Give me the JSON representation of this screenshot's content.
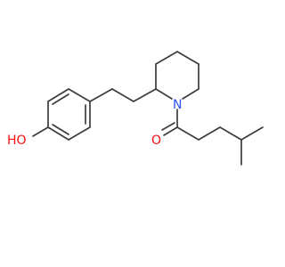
{
  "atoms": {
    "hydroxyl": {
      "label": "HO",
      "color": "#ff0d0d"
    },
    "nitrogen": {
      "label": "N",
      "color": "#3050f8"
    },
    "carbonyl_oxygen": {
      "label": "O",
      "color": "#ff0d0d"
    }
  },
  "bond_color": "#3c3c3c"
}
